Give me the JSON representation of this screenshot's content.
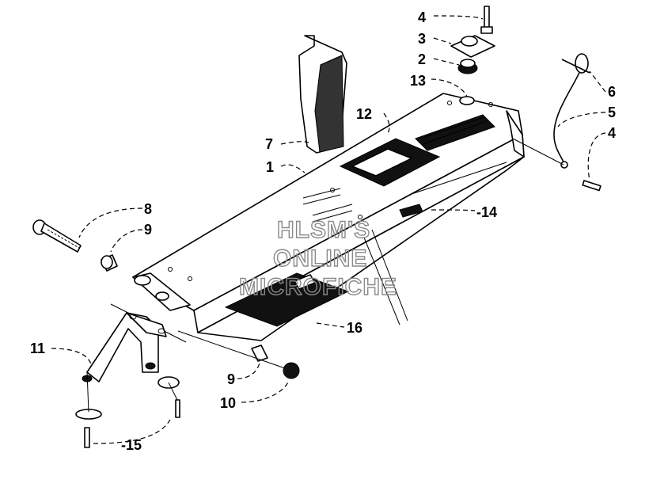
{
  "watermark": {
    "line1": "HLSM'S",
    "line2": "ONLINE",
    "line3": "MICROFICHE"
  },
  "callouts": {
    "c1": "1",
    "c2": "2",
    "c3": "3",
    "c4_top": "4",
    "c4_right": "4",
    "c5": "5",
    "c6": "6",
    "c7": "7",
    "c8": "8",
    "c9_left": "9",
    "c9_bottom": "9",
    "c10": "10",
    "c11": "11",
    "c12": "12",
    "c13": "13",
    "c14": "-14",
    "c15": "-15",
    "c16": "16"
  }
}
